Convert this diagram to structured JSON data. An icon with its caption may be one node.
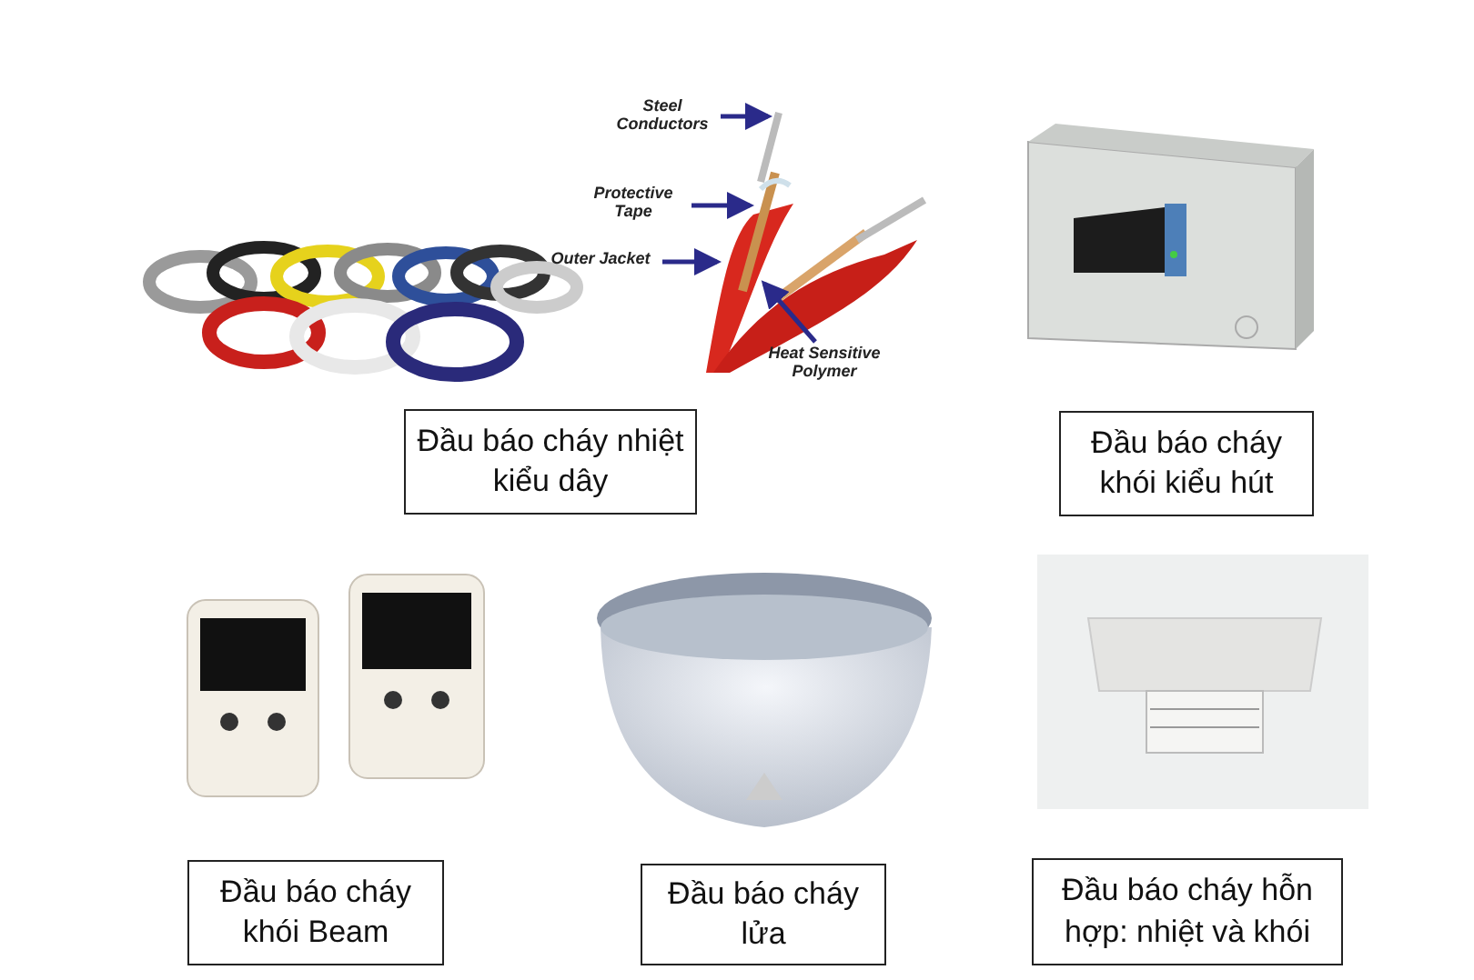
{
  "diagram": {
    "nodes": [
      {
        "text": [
          "Đầu báo cháy nhiệt kiểu dây"
        ]
      },
      {
        "text": [
          "Đầu báo cháy khói kiểu hút"
        ]
      },
      {
        "text": [
          "Đầu báo cháy khói Beam"
        ]
      },
      {
        "text": [
          "Đầu báo cháy lửa"
        ]
      },
      {
        "text": [
          "Đầu báo cháy hỗn hợp: nhiệt và khói"
        ]
      },
      {
        "text": [
          "Steel Conductors"
        ]
      },
      {
        "text": [
          "Protective Tape"
        ]
      },
      {
        "text": [
          "Outer Jacket"
        ]
      },
      {
        "text": [
          "Heat Sensitive Polymer"
        ]
      }
    ],
    "edges": [
      {
        "from": 5,
        "to": null,
        "arrow": "to"
      },
      {
        "from": 6,
        "to": null,
        "arrow": "to"
      },
      {
        "from": 7,
        "to": null,
        "arrow": "to"
      },
      {
        "from": 8,
        "to": null,
        "arrow": "to"
      }
    ]
  }
}
